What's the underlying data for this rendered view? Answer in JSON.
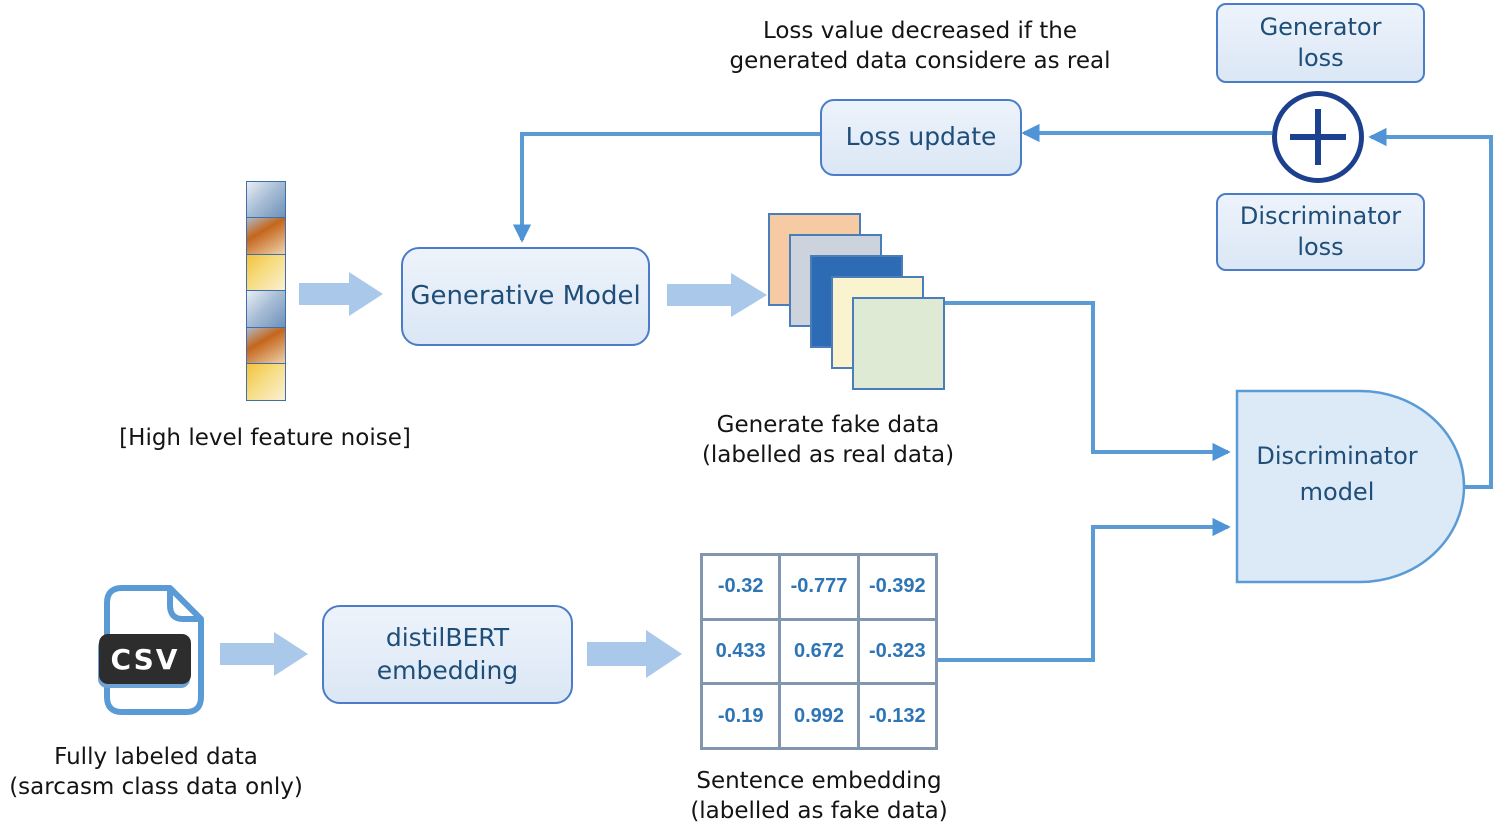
{
  "diagram_title": "GAN training diagram with distilBERT sentence embeddings",
  "annotations": {
    "loss_note": "Loss value decreased if the\ngenerated data considere as real",
    "noise_label": "[High level feature noise]",
    "fake_data_label": "Generate fake data\n(labelled as real data)",
    "labeled_data_label": "Fully labeled data\n(sarcasm class data only)",
    "sentence_embedding_label": "Sentence embedding\n(labelled as fake data)"
  },
  "nodes": {
    "generator_loss": "Generator\nloss",
    "discriminator_loss": "Discriminator\nloss",
    "loss_update": "Loss update",
    "generative_model": "Generative Model",
    "distilbert_embedding": "distilBERT\nembedding",
    "discriminator_model": "Discriminator\nmodel",
    "csv_badge": "CSV"
  },
  "icons": {
    "plus_circle": "plus-in-circle summation of generator and discriminator losses",
    "csv_file": "csv-file document with folded corner",
    "noise_strip": "vertical noise vector of 6 gradient cells (blue / orange / gold repeated)",
    "fake_data_stack": "stack of 5 offset colored squares"
  },
  "matrix": {
    "rows": [
      [
        "-0.32",
        "-0.777",
        "-0.392"
      ],
      [
        "0.433",
        "0.672",
        "-0.323"
      ],
      [
        "-0.19",
        "0.992",
        "-0.132"
      ]
    ]
  },
  "fake_data": {
    "square_colors": [
      "#f6cba4",
      "#ccd3dd",
      "#2d6cb5",
      "#faf3cf",
      "#deead3"
    ]
  },
  "palette": {
    "connector_blue": "#5b9bd5",
    "block_arrow_blue": "#a9c8ea",
    "node_fill": "#dde8f5",
    "node_border": "#4a7cc7",
    "node_text": "#1f4e79",
    "plus_circle_navy": "#1c3f8e",
    "matrix_border": "#8296ae",
    "matrix_text": "#2e75b6",
    "csv_badge_bg": "#2d2d2d",
    "annotation_text": "#141414"
  }
}
